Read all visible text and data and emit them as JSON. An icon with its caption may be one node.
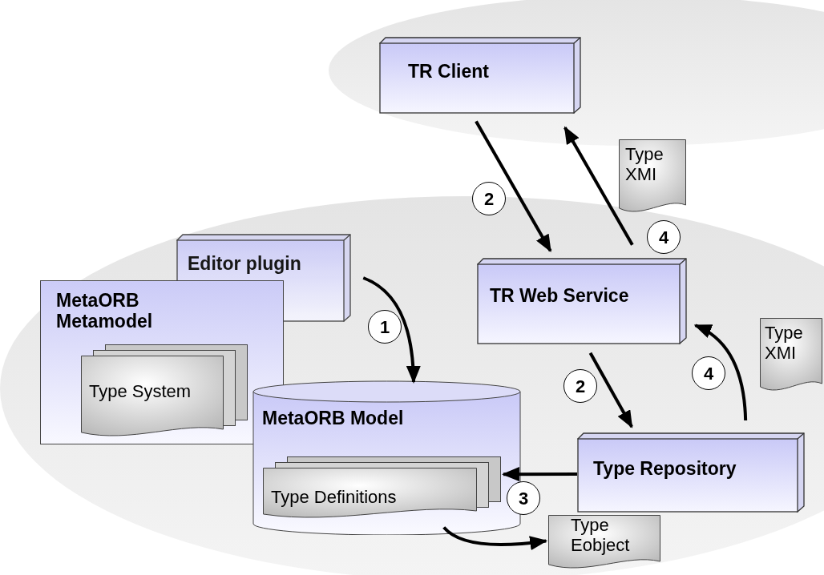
{
  "diagram": {
    "nodes": [
      {
        "text": [
          "TR Client"
        ]
      },
      {
        "text": [
          "TR Web Service"
        ]
      },
      {
        "text": [
          "Editor plugin"
        ]
      },
      {
        "text": [
          "MetaORB Metamodel"
        ]
      },
      {
        "text": [
          "Type System"
        ],
        "in": 3
      },
      {
        "text": [
          "MetaORB Model"
        ]
      },
      {
        "text": [
          "Type Definitions"
        ],
        "in": 5
      },
      {
        "text": [
          "Type Repository"
        ]
      },
      {
        "text": [
          "Type XMI"
        ]
      },
      {
        "text": [
          "Type XMI"
        ]
      },
      {
        "text": [
          "Type Eobject"
        ]
      }
    ],
    "edges": [
      {
        "from": 0,
        "to": 1,
        "arrow": "to",
        "label": "2"
      },
      {
        "from": 1,
        "to": 0,
        "arrow": "to",
        "label": "4"
      },
      {
        "from": 2,
        "to": 5,
        "arrow": "to",
        "label": "1"
      },
      {
        "from": 1,
        "to": 7,
        "arrow": "to",
        "label": "2"
      },
      {
        "from": 7,
        "to": 1,
        "arrow": "to",
        "label": "4"
      },
      {
        "from": 7,
        "to": 6,
        "arrow": "to",
        "label": "3"
      },
      {
        "from": 6,
        "to": 10,
        "arrow": "to"
      }
    ]
  }
}
